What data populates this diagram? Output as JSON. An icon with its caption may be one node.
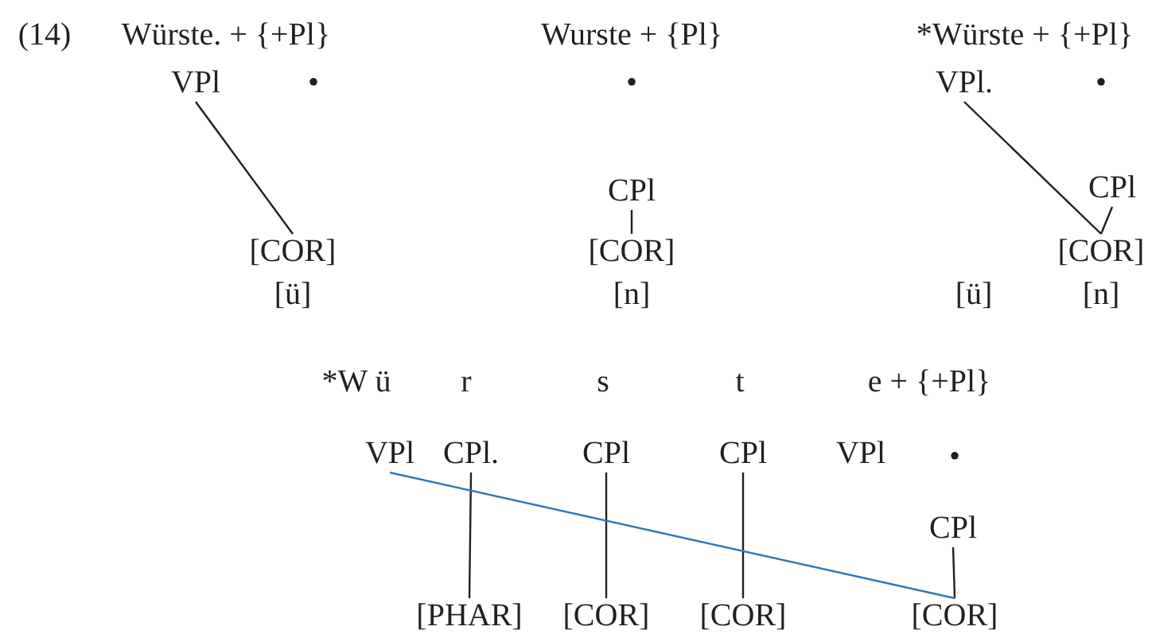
{
  "diagram": {
    "nodes": [
      {
        "text": [
          "VPl"
        ]
      },
      {
        "text": [
          "[COR]"
        ]
      },
      {
        "text": [
          "CPl"
        ]
      },
      {
        "text": [
          "[COR]"
        ]
      },
      {
        "text": [
          "VPl."
        ]
      },
      {
        "text": [
          "[COR]"
        ]
      },
      {
        "text": [
          "CPl"
        ]
      },
      {
        "text": [
          "VPl"
        ]
      },
      {
        "text": [
          "CPl."
        ]
      },
      {
        "text": [
          "CPl"
        ]
      },
      {
        "text": [
          "CPl"
        ]
      },
      {
        "text": [
          "CPl"
        ]
      },
      {
        "text": [
          "[PHAR]"
        ]
      },
      {
        "text": [
          "[COR]"
        ]
      },
      {
        "text": [
          "[COR]"
        ]
      },
      {
        "text": [
          "[COR]"
        ]
      }
    ],
    "edges": [
      {
        "from": 0,
        "to": 1,
        "arrow": "none"
      },
      {
        "from": 2,
        "to": 3,
        "arrow": "none"
      },
      {
        "from": 4,
        "to": 5,
        "arrow": "none"
      },
      {
        "from": 6,
        "to": 5,
        "arrow": "none"
      },
      {
        "from": 8,
        "to": 12,
        "arrow": "none"
      },
      {
        "from": 9,
        "to": 13,
        "arrow": "none"
      },
      {
        "from": 10,
        "to": 14,
        "arrow": "none"
      },
      {
        "from": 11,
        "to": 15,
        "arrow": "none"
      },
      {
        "from": 7,
        "to": 15,
        "arrow": "none",
        "color": "#2a78c2"
      }
    ],
    "labels": [
      "(14)",
      "Würste. + {+Pl}",
      "Wurste + {Pl}",
      "*Würste + {+Pl}",
      "•",
      "•",
      "•",
      "[ü]",
      "[n]",
      "[ü]",
      "[n]",
      "*W ü",
      "r",
      "s",
      "t",
      "e + {+Pl}",
      "VPl",
      "•"
    ]
  }
}
